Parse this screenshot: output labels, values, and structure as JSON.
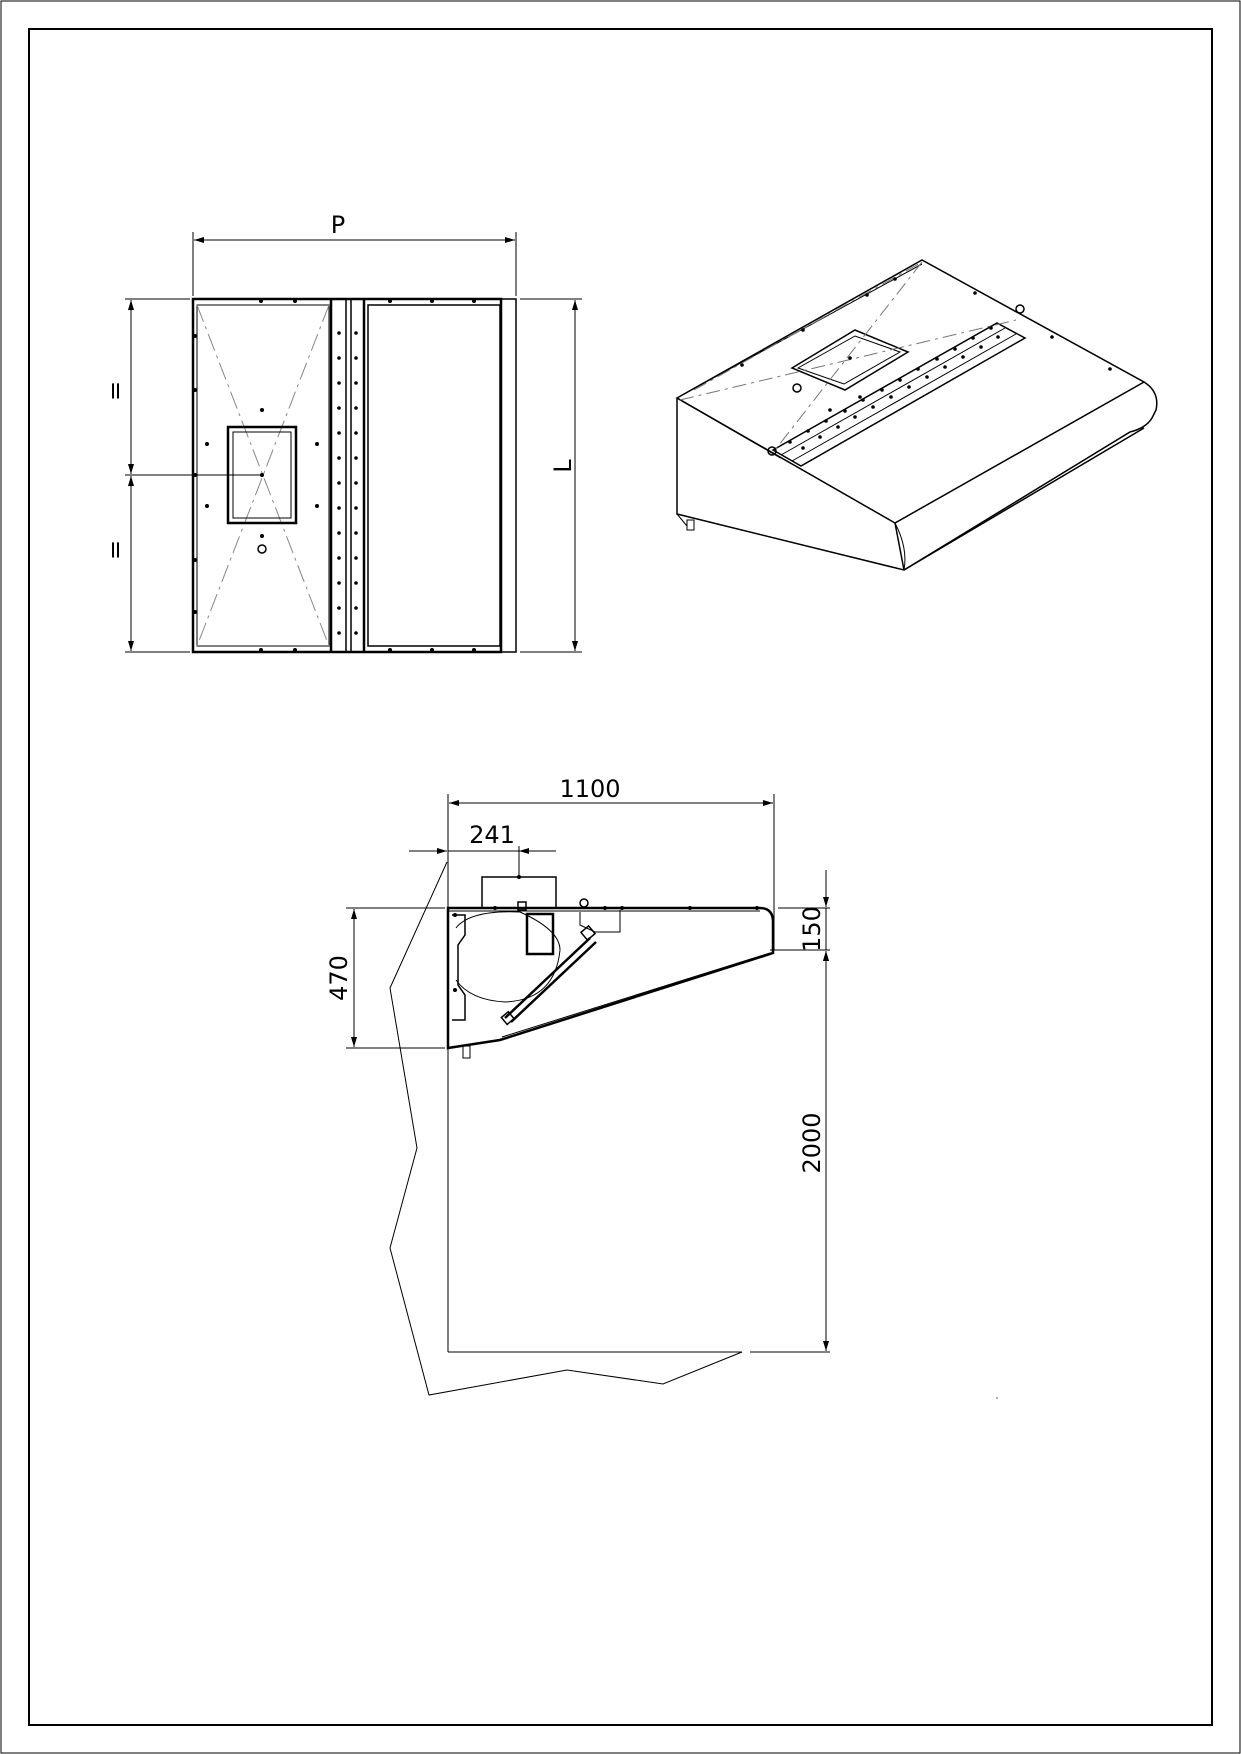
{
  "drawing": {
    "top_view": {
      "width_label": "P",
      "length_label": "L",
      "equal_top_label": "=",
      "equal_bottom_label": "="
    },
    "side_view": {
      "depth_label": "1100",
      "offset_label": "241",
      "height_label": "470",
      "front_height_label": "150",
      "mount_height_label": "2000"
    }
  }
}
